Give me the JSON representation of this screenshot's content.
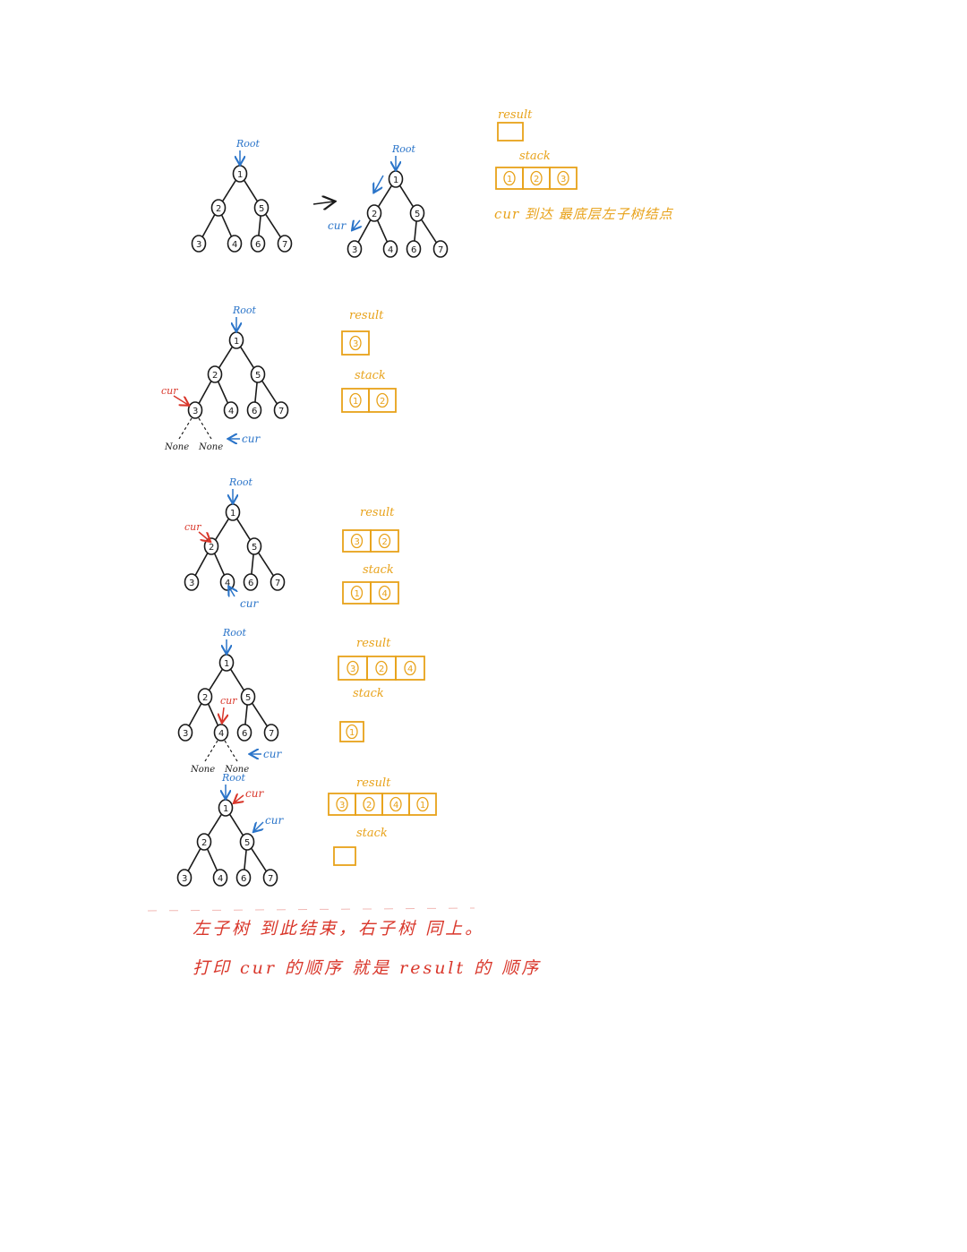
{
  "colors": {
    "ink": "#1a1a1a",
    "blue": "#2a74c9",
    "red": "#d9372b",
    "orange": "#e8a21a"
  },
  "labels": {
    "root": "Root",
    "cur": "cur",
    "none": "None",
    "result": "result",
    "stack": "stack",
    "arrow": "→"
  },
  "node_values": [
    "1",
    "2",
    "5",
    "3",
    "4",
    "6",
    "7"
  ],
  "steps": [
    {
      "result": [],
      "stack": [
        "1",
        "2",
        "3"
      ]
    },
    {
      "result": [
        "3"
      ],
      "stack": [
        "1",
        "2"
      ]
    },
    {
      "result": [
        "3",
        "2"
      ],
      "stack": [
        "1",
        "4"
      ]
    },
    {
      "result": [
        "3",
        "2",
        "4"
      ],
      "stack": [
        "1"
      ]
    },
    {
      "result": [
        "3",
        "2",
        "4",
        "1"
      ],
      "stack": []
    }
  ],
  "notes": {
    "step1": "cur 到达 最底层左子树结点",
    "bottom_line1": "左子树 到此结束，右子树 同上。",
    "bottom_line2": "打印 cur 的顺序 就是 result 的 顺序"
  }
}
